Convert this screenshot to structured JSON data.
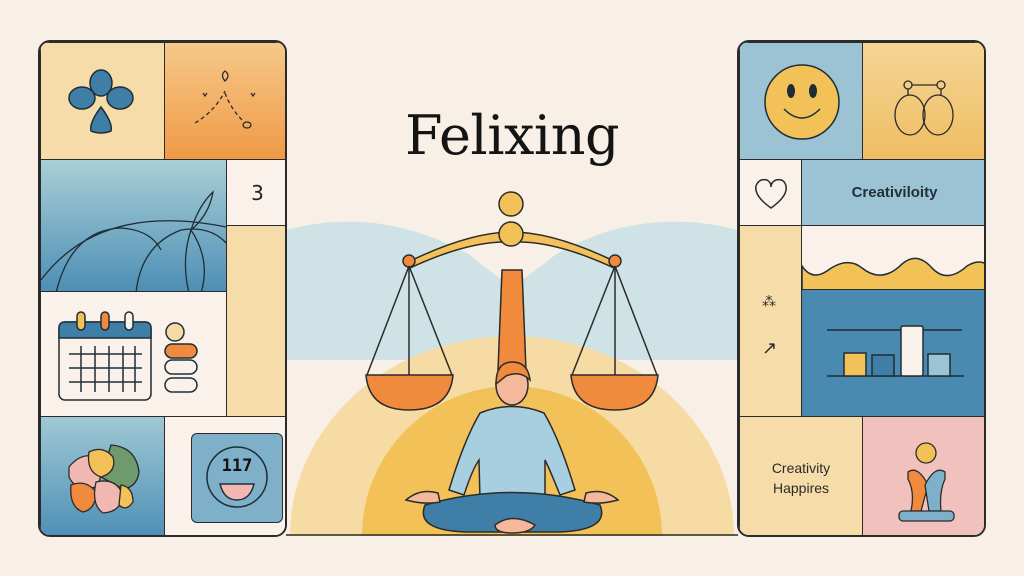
{
  "title": "Felixing",
  "left_panel": {
    "tiles": [
      {
        "name": "flower-tile",
        "icon": "flower-icon",
        "color": "#f5dca8"
      },
      {
        "name": "path-tile",
        "icon": "dotted-path-icon",
        "color": "#f2a95a"
      },
      {
        "name": "hills-tile",
        "icon": "hills-icon",
        "color": "#5f9bbb"
      },
      {
        "name": "number-tile",
        "text": "3",
        "color": "#faf2ea"
      },
      {
        "name": "calendar-tile",
        "icon": "calendar-icon",
        "color": "#faf2ea"
      },
      {
        "name": "blob-tile",
        "icon": "blob-cluster-icon",
        "color": "#6fa6c0"
      },
      {
        "name": "face-tile",
        "icon": "face-icon",
        "face_text": "117",
        "color": "#faf2ea"
      }
    ]
  },
  "right_panel": {
    "tiles": [
      {
        "name": "smiley-tile",
        "icon": "smiley-icon",
        "color": "#9cc3d3"
      },
      {
        "name": "earrings-tile",
        "icon": "earrings-icon",
        "color": "#f3c978"
      },
      {
        "name": "heart-tile",
        "icon": "heart-icon",
        "color": "#faf2ea"
      },
      {
        "name": "label-tile",
        "text": "Creativiloity",
        "color": "#9cc3d3"
      },
      {
        "name": "wave-tile",
        "icon": "wave-icon",
        "color": "#faf2ea"
      },
      {
        "name": "glyph-tile",
        "icons": [
          "sparkle-icon",
          "arrow-icon"
        ],
        "color": "#f5dca8"
      },
      {
        "name": "bars-tile",
        "icon": "bar-chart-icon",
        "color": "#4a8ab0"
      },
      {
        "name": "caption-tile",
        "text_line1": "Creativity",
        "text_line2": "Happires",
        "color": "#f5dca8"
      },
      {
        "name": "figure-tile",
        "icon": "meditating-figures-icon",
        "color": "#f1c2bd"
      }
    ]
  },
  "center": {
    "illustration": "meditating-person-with-balance-scale",
    "colors": {
      "orange": "#f08a3c",
      "gold": "#f2c157",
      "skyblue": "#a7cfe0",
      "navy": "#3f7ea6"
    }
  }
}
